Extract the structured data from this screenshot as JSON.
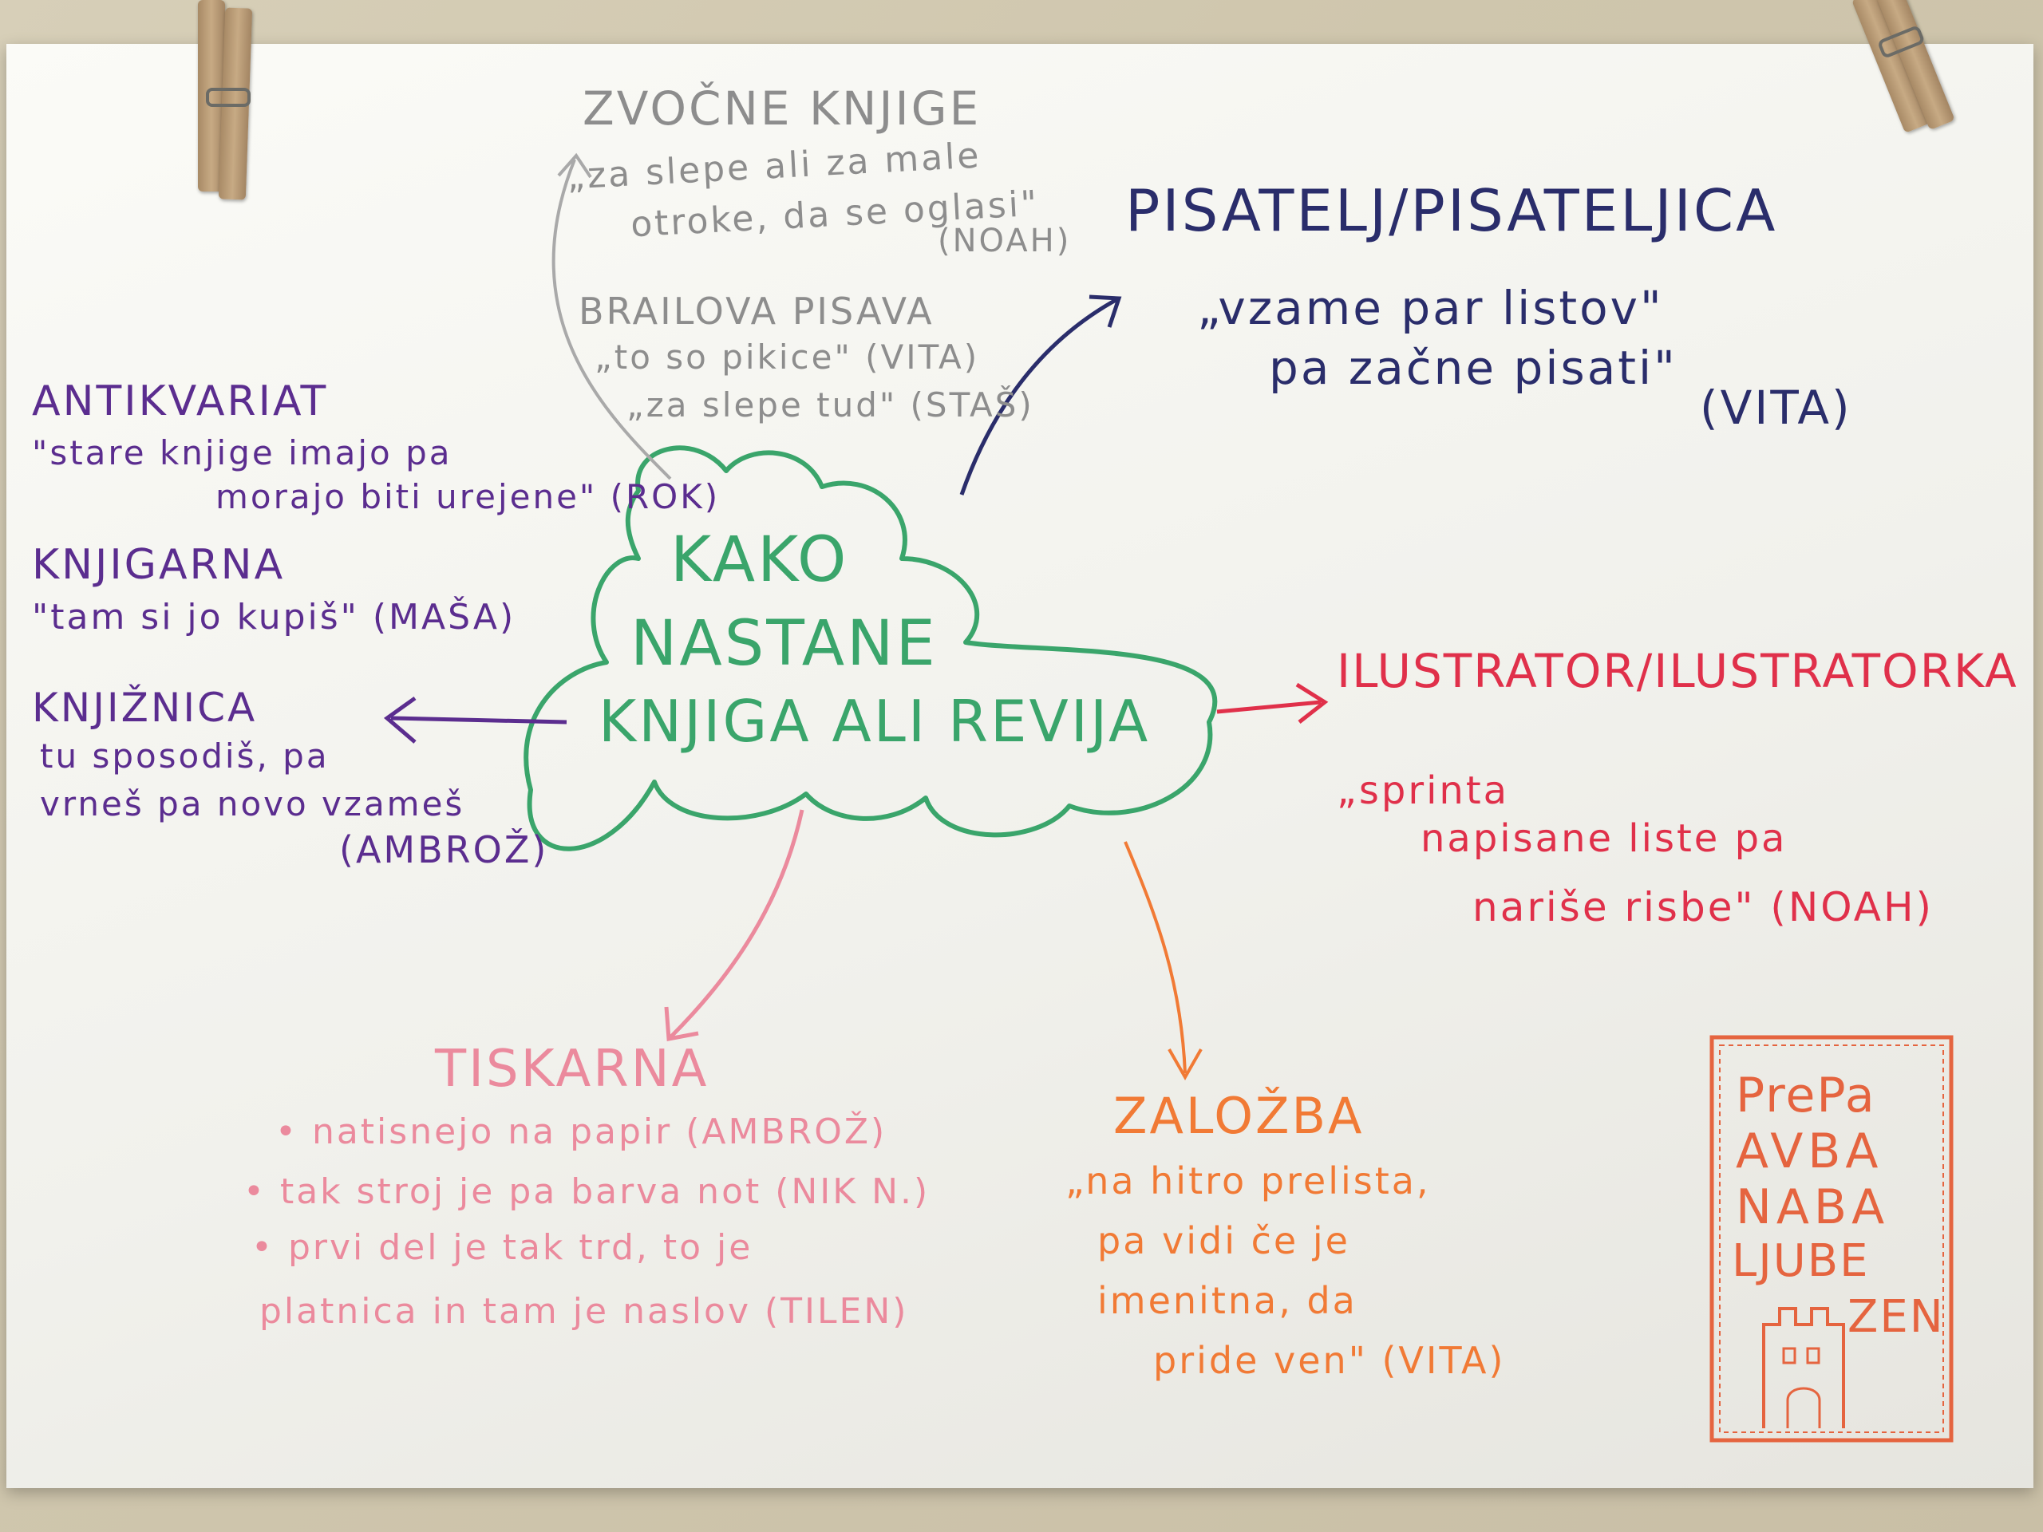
{
  "center": {
    "lines": [
      "KAKO",
      "NASTANE",
      "KNJIGA ALI REVIJA"
    ]
  },
  "branches": {
    "zvocne": {
      "title": "ZVOČNE KNJIGE",
      "lines": [
        "„za slepe ali za male",
        "otroke, da se oglasi\"",
        "(NOAH)"
      ]
    },
    "brailova": {
      "title": "BRAILOVA PISAVA",
      "lines": [
        "„to so pikice\" (VITA)",
        "„za slepe tud\" (STAŠ)"
      ]
    },
    "pisatelj": {
      "title": "PISATELJ/PISATELJICA",
      "lines": [
        "„vzame par listov\"",
        "pa začne pisati\"",
        "(VITA)"
      ]
    },
    "antikvariat": {
      "title": "ANTIKVARIAT",
      "lines": [
        "\"stare knjige imajo pa",
        "morajo biti urejene\" (ROK)"
      ]
    },
    "knjigarna": {
      "title": "KNJIGARNA",
      "lines": [
        "\"tam si jo kupiš\" (MAŠA)"
      ]
    },
    "knjiznica": {
      "title": "KNJIŽNICA",
      "lines": [
        "tu sposodiš, pa",
        "vrneš pa novo vzameš",
        "(AMBROŽ)"
      ]
    },
    "ilustrator": {
      "title": "ILUSTRATOR/ILUSTRATORKA",
      "lines": [
        "„sprinta",
        "napisane liste pa",
        "nariše risbe\" (NOAH)"
      ]
    },
    "tiskarna": {
      "title": "TISKARNA",
      "lines": [
        "• natisnejo na papir (AMBROŽ)",
        "• tak stroj je pa barva not (NIK N.)",
        "• prvi del je tak trd, to je",
        "platnica in tam je naslov (TILEN)"
      ]
    },
    "zalozba": {
      "title": "ZALOŽBA",
      "lines": [
        "„na hitro prelista,",
        "pa vidi če je",
        "imenitna, da",
        "pride ven\" (VITA)"
      ]
    }
  },
  "stamp": {
    "rows": [
      "PrePa",
      "AVBA",
      "NABA",
      "LJUBE",
      "ZEN"
    ]
  },
  "colors": {
    "gray": "#8d8d8d",
    "navy": "#2a2d6b",
    "purple": "#5b2d8f",
    "green": "#3aa56b",
    "red": "#e0304a",
    "pink": "#eb8a9d",
    "orange": "#f17a35",
    "stamp": "#e5643f"
  }
}
